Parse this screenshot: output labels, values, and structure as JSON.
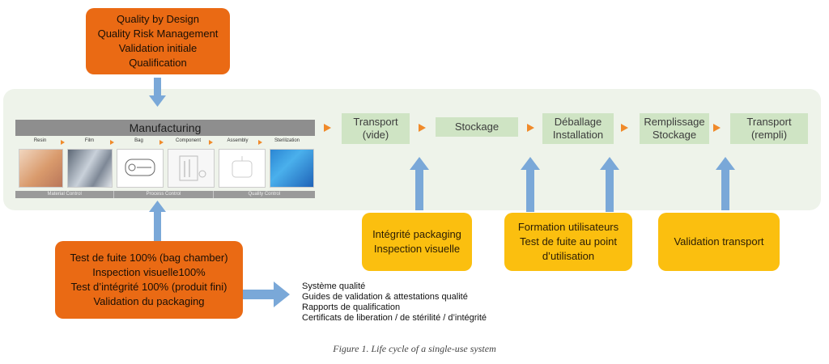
{
  "top_box": {
    "lines": [
      "Quality by Design",
      "Quality Risk Management",
      "Validation initiale",
      "Qualification"
    ]
  },
  "manufacturing": {
    "title": "Manufacturing",
    "steps": [
      "Resin",
      "Film",
      "Bag",
      "Component",
      "Assembly",
      "Sterilization"
    ],
    "controls": [
      "Material Control",
      "Process Control",
      "Quality Control"
    ]
  },
  "stages": [
    {
      "line1": "Transport",
      "line2": "(vide)"
    },
    {
      "line1": "Stockage",
      "line2": ""
    },
    {
      "line1": "Déballage",
      "line2": "Installation"
    },
    {
      "line1": "Remplissage",
      "line2": "Stockage"
    },
    {
      "line1": "Transport",
      "line2": "(rempli)"
    }
  ],
  "bottom_left_box": {
    "lines": [
      "Test de fuite 100% (bag chamber)",
      "Inspection visuelle100%",
      "Test d’intégrité 100% (produit fini)",
      "Validation du packaging"
    ]
  },
  "yellow_boxes": [
    {
      "lines": [
        "Intégrité packaging",
        "Inspection visuelle"
      ]
    },
    {
      "lines": [
        "Formation utilisateurs",
        "Test de fuite au point",
        "d’utilisation"
      ]
    },
    {
      "lines": [
        "Validation transport"
      ]
    }
  ],
  "documents_list": [
    "Système qualité",
    "Guides de validation & attestations qualité",
    "Rapports de qualification",
    "Certificats de liberation / de stérilité / d’intégrité"
  ],
  "caption": "Figure 1. Life cycle of a single-use system",
  "colors": {
    "orange": "#ea6a14",
    "yellow": "#fbbf0f",
    "stage_green": "#cfe4c4",
    "arrow_blue": "#7aa8d8",
    "band": "#eef3ea"
  }
}
